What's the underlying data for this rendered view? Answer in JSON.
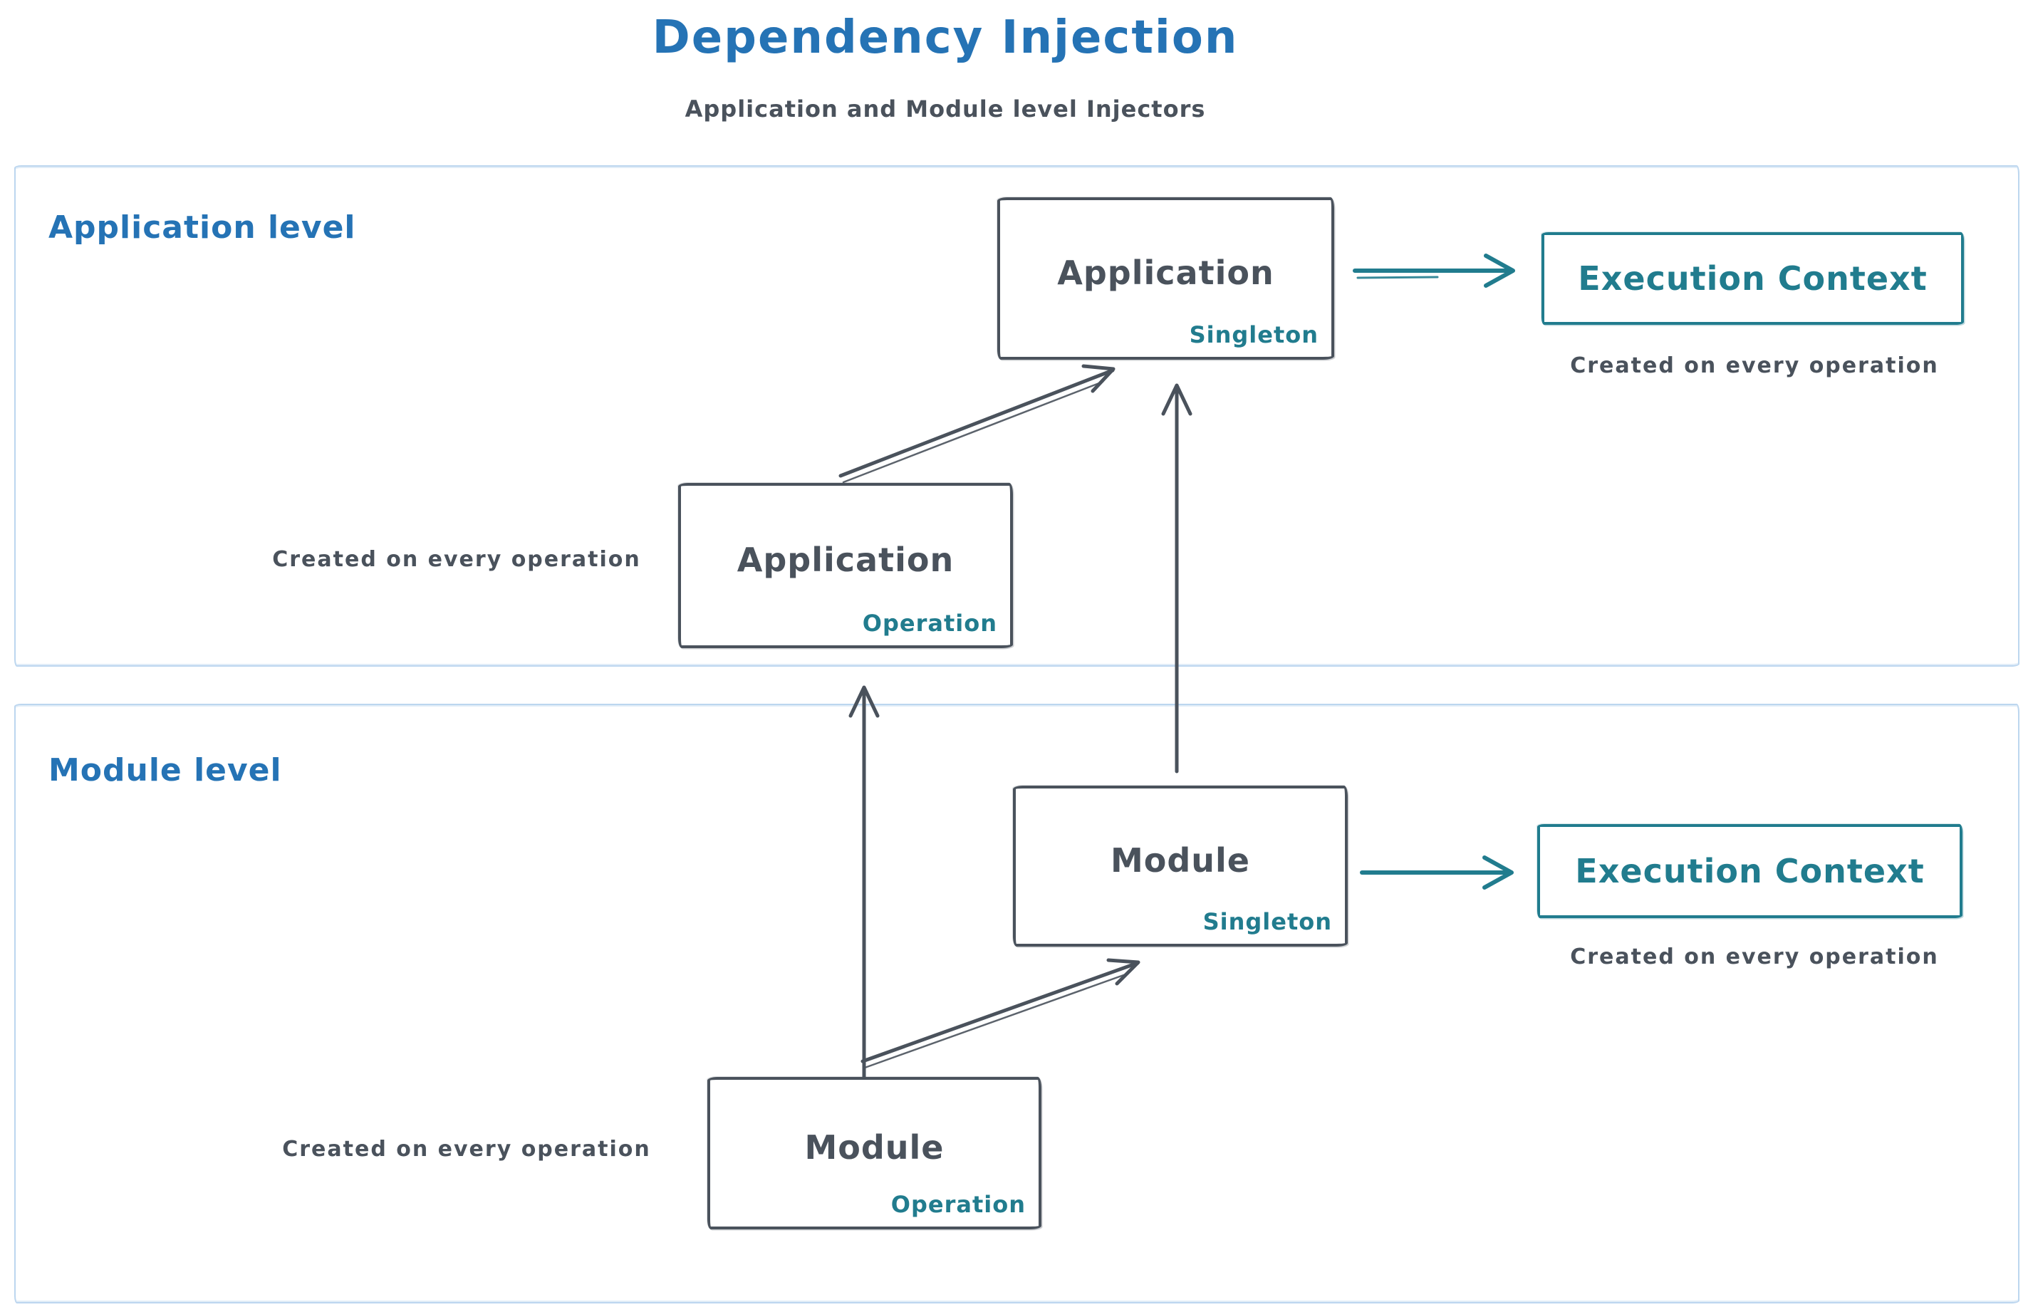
{
  "title": "Dependency Injection",
  "subtitle": "Application and Module level Injectors",
  "colors": {
    "title_blue": "#2573b5",
    "sketch_dark": "#4a525c",
    "teal": "#217c8e",
    "section_border_blue": "#bcd6ef",
    "background": "#ffffff"
  },
  "application_section": {
    "label": "Application level",
    "singleton_box": {
      "title": "Application",
      "scope": "Singleton"
    },
    "operation_box": {
      "title": "Application",
      "scope": "Operation"
    },
    "operation_caption": "Created on every operation",
    "execution_context": {
      "label": "Execution Context",
      "caption": "Created on every operation"
    }
  },
  "module_section": {
    "label": "Module level",
    "singleton_box": {
      "title": "Module",
      "scope": "Singleton"
    },
    "operation_box": {
      "title": "Module",
      "scope": "Operation"
    },
    "operation_caption": "Created on every operation",
    "execution_context": {
      "label": "Execution Context",
      "caption": "Created on every operation"
    }
  },
  "connections": [
    {
      "from": "Application Operation",
      "to": "Application Singleton"
    },
    {
      "from": "Module Singleton",
      "to": "Application Singleton"
    },
    {
      "from": "Module Operation",
      "to": "Application Operation"
    },
    {
      "from": "Module Operation",
      "to": "Module Singleton"
    },
    {
      "from": "Application Singleton",
      "to": "Execution Context (application level)"
    },
    {
      "from": "Module Singleton",
      "to": "Execution Context (module level)"
    }
  ]
}
